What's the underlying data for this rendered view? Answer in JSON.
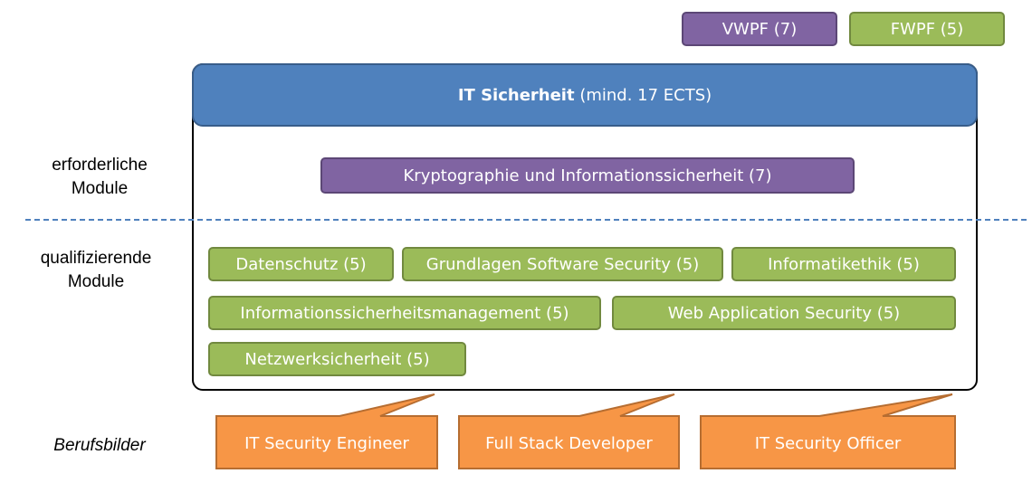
{
  "legend": {
    "vwpf": "VWPF (7)",
    "fwpf": "FWPF (5)"
  },
  "main": {
    "title_bold": "IT Sicherheit",
    "title_rest": "(mind. 17 ECTS)"
  },
  "sections": {
    "required_line1": "erforderliche",
    "required_line2": "Module",
    "qualifying_line1": "qualifizierende",
    "qualifying_line2": "Module",
    "careers": "Berufsbilder"
  },
  "required_modules": [
    "Kryptographie und Informationssicherheit (7)"
  ],
  "qualifying_modules": [
    "Datenschutz (5)",
    "Grundlagen Software Security (5)",
    "Informatikethik (5)",
    "Informationssicherheitsmanagement (5)",
    "Web Application Security (5)",
    "Netzwerksicherheit (5)"
  ],
  "careers": [
    "IT Security Engineer",
    "Full Stack Developer",
    "IT Security Officer"
  ],
  "colors": {
    "header": "#4f81bd",
    "vwpf": "#8064a2",
    "fwpf": "#9bbb59",
    "career": "#f79646"
  }
}
